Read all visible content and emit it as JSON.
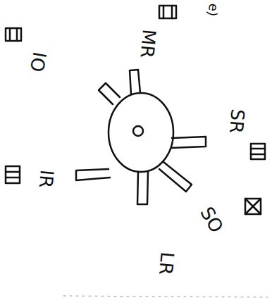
{
  "diagram": {
    "labels": [
      "e)",
      "MR",
      "IO",
      "IR",
      "SR",
      "SO",
      "LR"
    ]
  }
}
